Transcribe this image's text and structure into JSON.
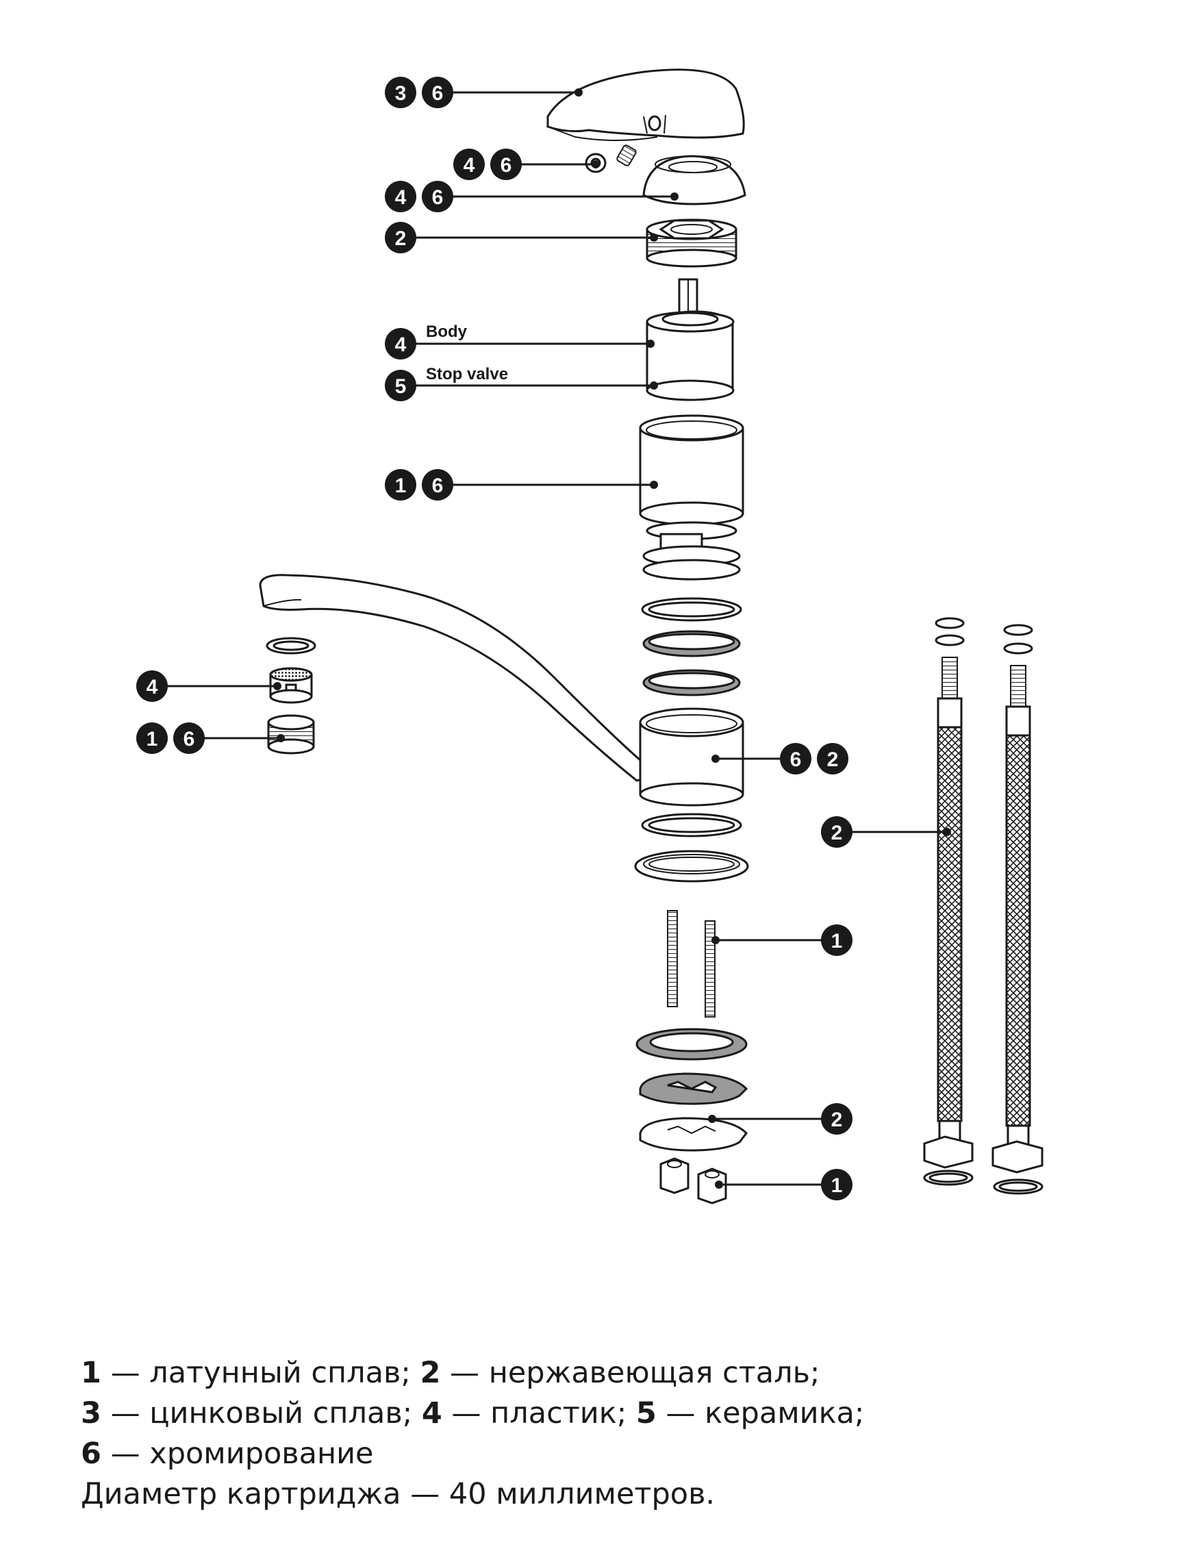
{
  "annotations": {
    "body": "Body",
    "stop_valve": "Stop valve"
  },
  "callouts": [
    [
      "3",
      "6"
    ],
    [
      "4",
      "6"
    ],
    [
      "4",
      "6"
    ],
    [
      "2"
    ],
    [
      "4"
    ],
    [
      "5"
    ],
    [
      "1",
      "6"
    ],
    [
      "4"
    ],
    [
      "1",
      "6"
    ],
    [
      "6",
      "2"
    ],
    [
      "2"
    ],
    [
      "1"
    ],
    [
      "2"
    ],
    [
      "1"
    ]
  ],
  "legend": {
    "line1": [
      {
        "num": "1",
        "text": " — латунный сплав; "
      },
      {
        "num": "2",
        "text": " — нержавеющая сталь;"
      }
    ],
    "line2": [
      {
        "num": "3",
        "text": " — цинковый сплав; "
      },
      {
        "num": "4",
        "text": " — пластик; "
      },
      {
        "num": "5",
        "text": " — керамика;"
      }
    ],
    "line3": [
      {
        "num": "6",
        "text": " — хромирование"
      }
    ],
    "line4": "Диаметр картриджа — 40 миллиметров."
  }
}
